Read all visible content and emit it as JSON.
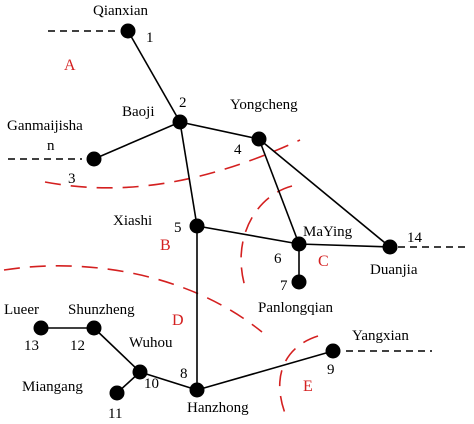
{
  "nodes": [
    {
      "id": "1",
      "name": "Qianxian"
    },
    {
      "id": "2",
      "name": "Baoji"
    },
    {
      "id": "3",
      "name": "Ganmaijisha n"
    },
    {
      "id": "4",
      "name": "Yongcheng"
    },
    {
      "id": "5",
      "name": "Xiashi"
    },
    {
      "id": "6",
      "name": "MaYing"
    },
    {
      "id": "7",
      "name": "Panlongqian"
    },
    {
      "id": "8",
      "name": "Hanzhong"
    },
    {
      "id": "9",
      "name": "Yangxian"
    },
    {
      "id": "10",
      "name": "Wuhou"
    },
    {
      "id": "11",
      "name": "Miangang"
    },
    {
      "id": "12",
      "name": "Shunzheng"
    },
    {
      "id": "13",
      "name": "Lueer"
    },
    {
      "id": "14",
      "name": "Duanjia"
    }
  ],
  "name_lines": {
    "ganmai_line1": "Ganmaijisha",
    "ganmai_line2": "n"
  },
  "edges": [
    [
      "1",
      "2"
    ],
    [
      "2",
      "3"
    ],
    [
      "2",
      "4"
    ],
    [
      "2",
      "5"
    ],
    [
      "4",
      "6"
    ],
    [
      "4",
      "14"
    ],
    [
      "5",
      "6"
    ],
    [
      "6",
      "14"
    ],
    [
      "6",
      "7"
    ],
    [
      "5",
      "8"
    ],
    [
      "8",
      "9"
    ],
    [
      "8",
      "10"
    ],
    [
      "10",
      "11"
    ],
    [
      "10",
      "12"
    ],
    [
      "12",
      "13"
    ]
  ],
  "external_links": [
    "1",
    "3",
    "9",
    "14"
  ],
  "regions": {
    "a": "A",
    "b": "B",
    "c": "C",
    "d": "D",
    "e": "E"
  },
  "colors": {
    "node": "#000000",
    "edge": "#000000",
    "boundary": "#d42020",
    "region_label": "#d42020"
  }
}
